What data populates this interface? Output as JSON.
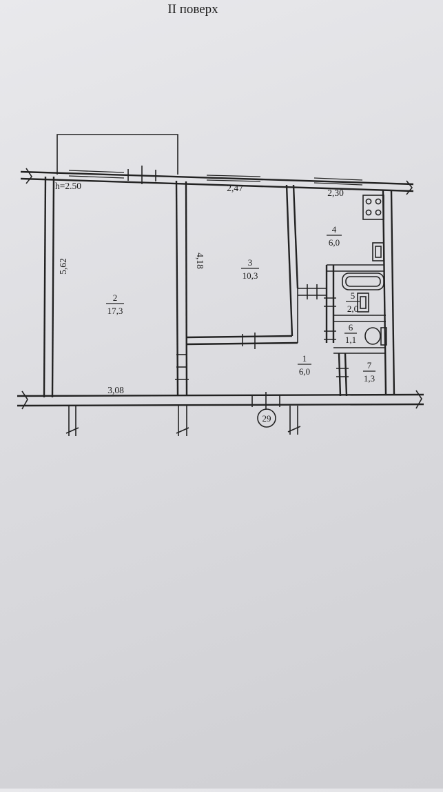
{
  "header": {
    "floor_label": "II поверх"
  },
  "plan": {
    "ceiling_height": "h=2.50",
    "apartment_number": "29",
    "dimensions": {
      "top_room3": "2,47",
      "top_kitchen": "2,30",
      "left_room2": "5,62",
      "left_room3": "4,18",
      "bottom_room2": "3,08"
    },
    "rooms": [
      {
        "number": "1",
        "area": "6,0"
      },
      {
        "number": "2",
        "area": "17,3"
      },
      {
        "number": "3",
        "area": "10,3"
      },
      {
        "number": "4",
        "area": "6,0"
      },
      {
        "number": "5",
        "area": "2,0"
      },
      {
        "number": "6",
        "area": "1,1"
      },
      {
        "number": "7",
        "area": "1,3"
      }
    ]
  }
}
